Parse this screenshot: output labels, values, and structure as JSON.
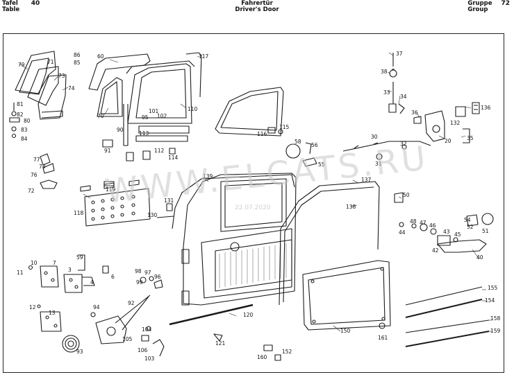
{
  "header": {
    "left_line1": "Tafel",
    "left_line2": "Table",
    "table_no": "40",
    "title_line1": "Fahrertür",
    "title_line2": "Driver's Door",
    "right_line1": "Gruppe",
    "right_line2": "Group",
    "group_no": "72"
  },
  "watermark": {
    "text": "WWW.ELCATS.RU",
    "date": "22.07.2020"
  },
  "callouts": [
    "79",
    "71",
    "73",
    "74",
    "86",
    "85",
    "60",
    "70",
    "90",
    "91",
    "95",
    "101",
    "102",
    "113",
    "110",
    "117",
    "37",
    "38",
    "33",
    "34",
    "36",
    "132",
    "136",
    "20",
    "35",
    "81",
    "82",
    "80",
    "83",
    "84",
    "77",
    "78",
    "76",
    "72",
    "116",
    "115",
    "58",
    "56",
    "55",
    "30",
    "31",
    "32",
    "119",
    "118",
    "139",
    "137",
    "138",
    "131",
    "130",
    "50",
    "48",
    "47",
    "46",
    "43",
    "42",
    "45",
    "44",
    "40",
    "54",
    "52",
    "51",
    "59",
    "10",
    "11",
    "7",
    "3",
    "4",
    "6",
    "98",
    "97",
    "96",
    "99",
    "94",
    "92",
    "12",
    "13",
    "93",
    "104",
    "105",
    "106",
    "103",
    "120",
    "121",
    "160",
    "152",
    "150",
    "161",
    "155",
    "154",
    "158",
    "159",
    "112",
    "114"
  ]
}
